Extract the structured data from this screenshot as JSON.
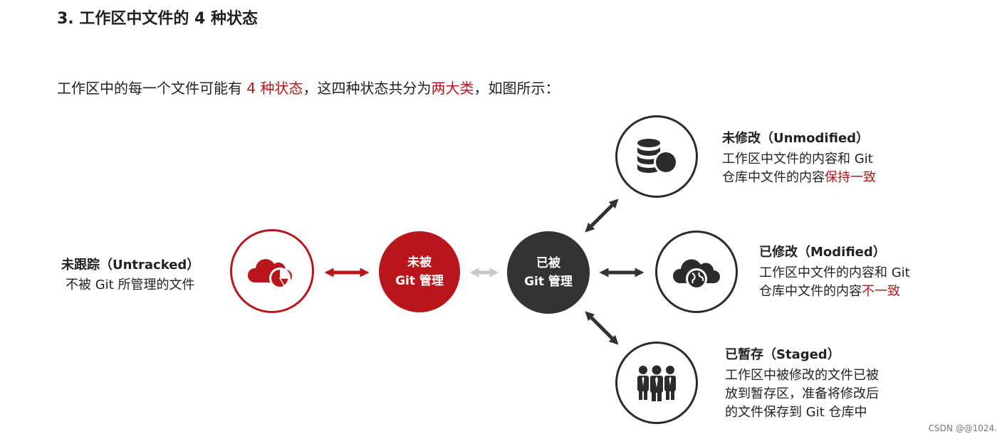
{
  "heading": "3. 工作区中文件的 4 种状态",
  "intro": {
    "part1": "工作区中的每一个文件可能有 ",
    "hl1": "4 种状态",
    "part2": "，这四种状态共分为",
    "hl2": "两大类",
    "part3": "，如图所示："
  },
  "untracked": {
    "title": "未跟踪（Untracked）",
    "desc": "不被 Git 所管理的文件"
  },
  "not_managed": {
    "line1": "未被",
    "line2": "Git 管理"
  },
  "managed": {
    "line1": "已被",
    "line2": "Git 管理"
  },
  "unmodified": {
    "title": "未修改（Unmodified）",
    "line1": "工作区中文件的内容和 Git",
    "line2_pre": "仓库中文件的内容",
    "line2_hl": "保持一致"
  },
  "modified": {
    "title": "已修改（Modified）",
    "line1": "工作区中文件的内容和 Git",
    "line2_pre": "仓库中文件的内容",
    "line2_hl": "不一致"
  },
  "staged": {
    "title": "已暂存（Staged）",
    "line1": "工作区中被修改的文件已被",
    "line2": "放到暂存区，准备将修改后",
    "line3": "的文件保存到 Git 仓库中"
  },
  "watermark": "CSDN @@1024.",
  "colors": {
    "accent": "#b8161b",
    "dark": "#333333",
    "muted_arrow": "#c8c8c8"
  },
  "icons": {
    "untracked": "cloud-pie-icon",
    "unmodified": "database-icon",
    "modified": "cloud-globe-icon",
    "staged": "people-group-icon"
  }
}
